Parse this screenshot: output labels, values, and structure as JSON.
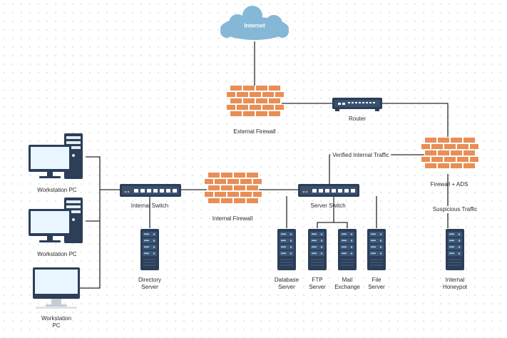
{
  "colors": {
    "cloud": "#85b8d6",
    "brick": "#e98e55",
    "mortar": "#ffffff",
    "device": "#2c3e58",
    "port": "#ffffff",
    "monitor_screen": "#eaf6ff",
    "line": "#2a2a2a"
  },
  "internet": {
    "label": "Internet",
    "icon": "cloud-icon"
  },
  "external_firewall": {
    "label": "External Firewall",
    "icon": "firewall-brick-icon"
  },
  "router": {
    "label": "Router",
    "icon": "router-icon"
  },
  "firewall_ads": {
    "label": "Firewall + ADS",
    "icon": "firewall-brick-icon"
  },
  "internal_firewall": {
    "label": "Internal Firewall",
    "icon": "firewall-brick-icon"
  },
  "internal_switch": {
    "label": "Internal Switch",
    "icon": "switch-icon"
  },
  "server_switch": {
    "label": "Server Switch",
    "icon": "switch-icon"
  },
  "workstations": [
    {
      "label": "Workstation PC",
      "icon": "desktop-pc-icon"
    },
    {
      "label": "Workstation PC",
      "icon": "desktop-pc-icon"
    },
    {
      "label_line1": "Workstation",
      "label_line2": "PC",
      "icon": "imac-icon"
    }
  ],
  "servers": {
    "directory": {
      "line1": "Directory",
      "line2": "Server"
    },
    "database": {
      "line1": "Database",
      "line2": "Server"
    },
    "ftp": {
      "line1": "FTP",
      "line2": "Server"
    },
    "mail": {
      "line1": "Mail",
      "line2": "Exchange"
    },
    "file": {
      "line1": "File",
      "line2": "Server"
    },
    "honeypot": {
      "line1": "Internal",
      "line2": "Honeypot"
    }
  },
  "edges": {
    "verified": "Verified Internal Traffic",
    "suspicious": "Suspicious Traffic"
  }
}
